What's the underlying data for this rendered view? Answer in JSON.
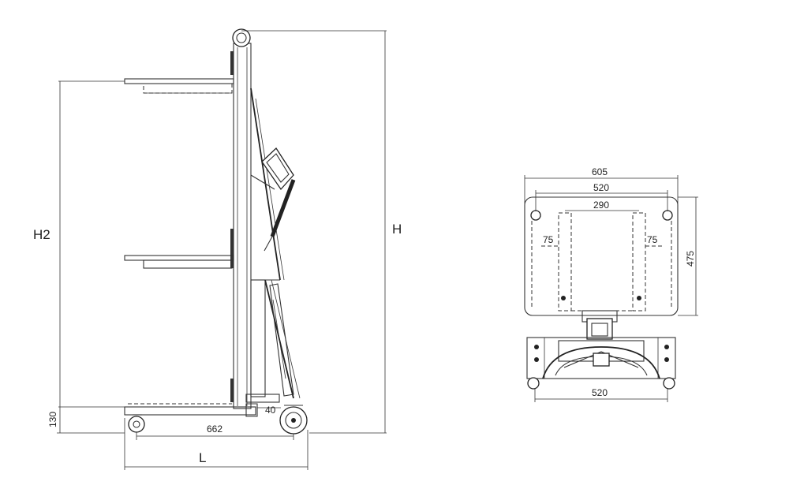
{
  "side_view": {
    "labels": {
      "overall_height": "H",
      "lift_height": "H2",
      "overall_length": "L",
      "base_height": "130",
      "wheelbase": "662",
      "clearance": "40"
    }
  },
  "top_view": {
    "labels": {
      "outer_width": "605",
      "hole_spacing": "520",
      "inner_width": "290",
      "left_offset": "75",
      "right_offset": "75",
      "depth": "475",
      "wheel_track": "520"
    }
  }
}
